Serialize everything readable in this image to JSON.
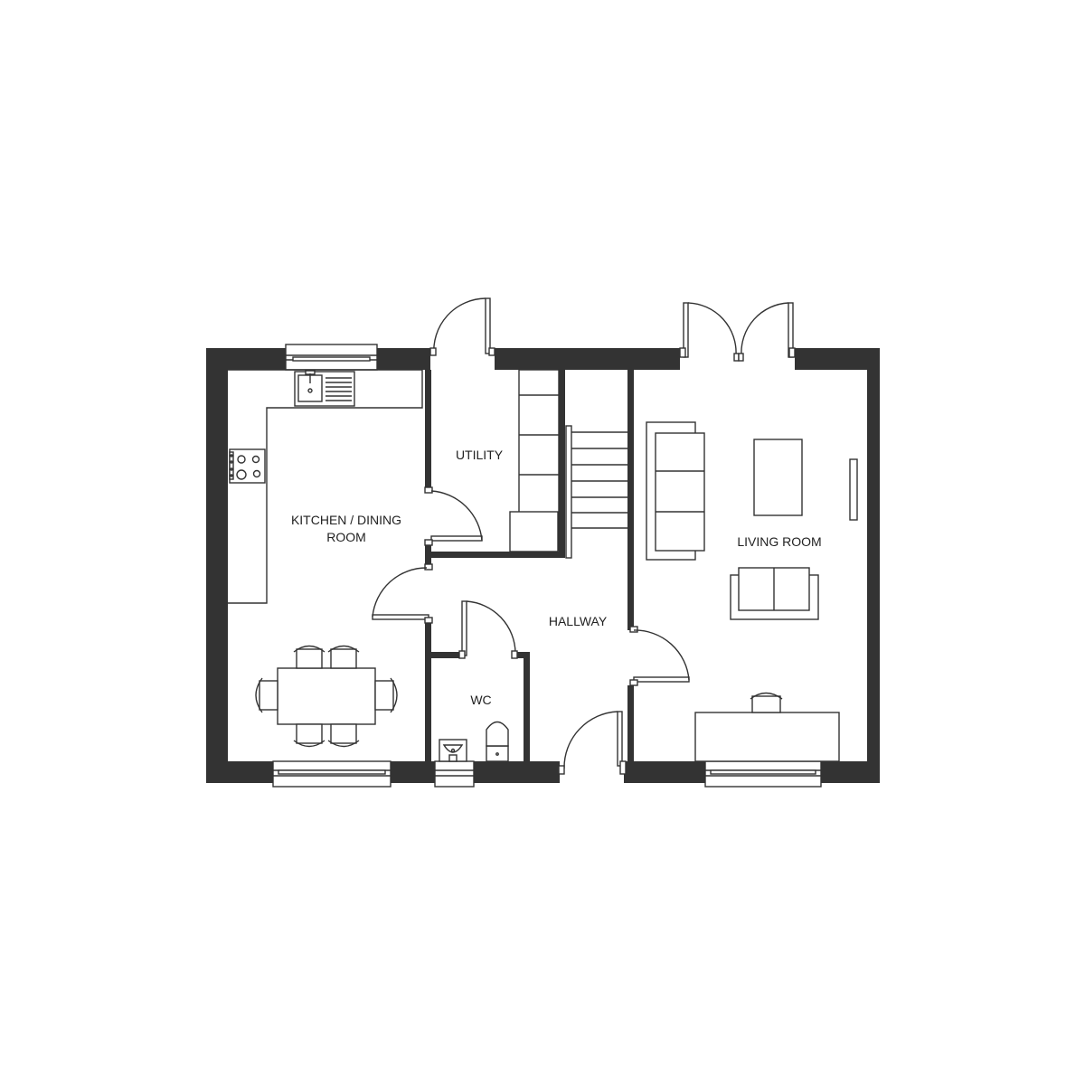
{
  "colors": {
    "wall": "#333333",
    "line": "#333333",
    "background": "#ffffff"
  },
  "rooms": {
    "kitchen_line1": "KITCHEN / DINING",
    "kitchen_line2": "ROOM",
    "utility": "UTILITY",
    "hallway": "HALLWAY",
    "wc": "WC",
    "living": "LIVING ROOM"
  },
  "icons": [
    "sink-icon",
    "hob-icon",
    "toilet-icon",
    "basin-icon",
    "sofa-icon",
    "chair-icon",
    "table-icon",
    "stairs-icon",
    "door-swing-icon",
    "window-icon"
  ]
}
